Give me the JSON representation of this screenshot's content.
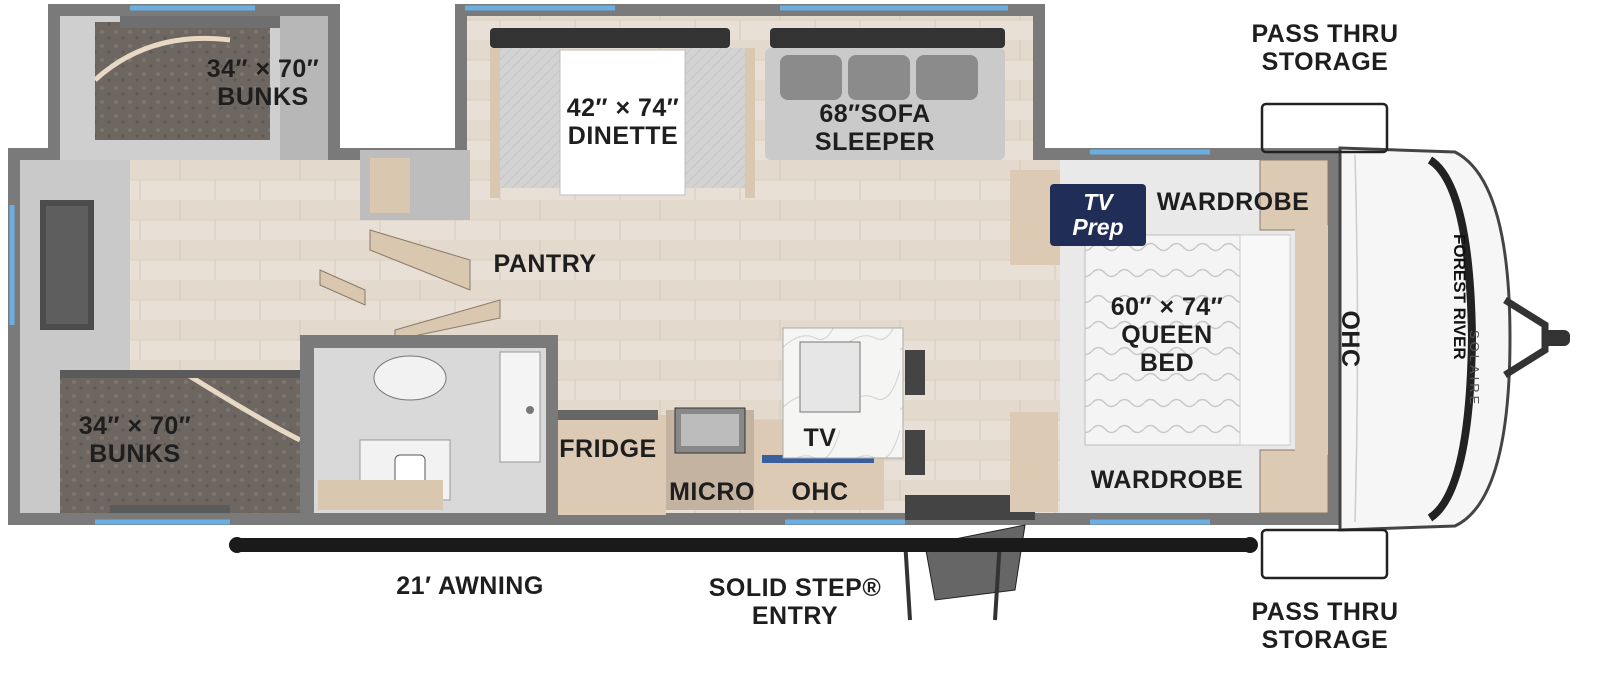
{
  "floorplan": {
    "labels": {
      "bunks_top": "34″ × 70″\nBUNKS",
      "bunks_bottom": "34″ × 70″\nBUNKS",
      "dinette": "42″ × 74″\nDINETTE",
      "sofa": "68″SOFA\nSLEEPER",
      "pantry": "PANTRY",
      "fridge": "FRIDGE",
      "micro": "MICRO",
      "ohc_kitchen": "OHC",
      "tv": "TV",
      "tv_prep": "TV\nPrep",
      "wardrobe_top": "WARDROBE",
      "wardrobe_bottom": "WARDROBE",
      "queen_bed": "60″ × 74″\nQUEEN\nBED",
      "ohc_front": "OHC",
      "pass_thru_top": "PASS THRU\nSTORAGE",
      "pass_thru_bottom": "PASS THRU\nSTORAGE",
      "awning": "21′ AWNING",
      "entry": "SOLID STEP®\nENTRY"
    },
    "brand": {
      "name": "FOREST RIVER",
      "model": "SOLAIRE"
    },
    "colors": {
      "wall": "#6f6f6f",
      "floor": "#e6ddd2",
      "carpet": "#cfcfcf",
      "cabinet": "#dccab5",
      "mattress": "#6d6660",
      "badge": "#1f2d57",
      "window": "#6aaee2"
    }
  }
}
